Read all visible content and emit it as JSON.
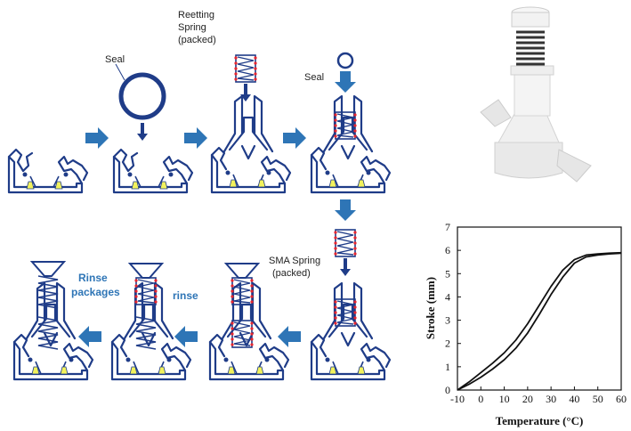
{
  "labels": {
    "seal_1": "Seal",
    "reset_spring_line1": "Reetting",
    "reset_spring_line2": "Spring",
    "reset_spring_line3": "(packed)",
    "seal_2": "Seal",
    "sma_spring_line1": "SMA Spring",
    "sma_spring_line2": "(packed)",
    "rinse_packages_line1": "Rinse",
    "rinse_packages_line2": "packages",
    "rinse": "rinse"
  },
  "colors": {
    "device_blue": "#1f3c88",
    "arrow_blue": "#2e75b6",
    "spring_red": "#e8262e",
    "nozzle_yellow": "#f2f25c",
    "label_blue": "#2e75b6"
  },
  "icons": {
    "arrow": "block-arrow",
    "seal": "ring",
    "spring": "coil-spring"
  },
  "photo": {
    "subject": "3D printed white actuator body with dark coil spring on top"
  },
  "chart_data": {
    "type": "line",
    "xlabel": "Temperature (°C)",
    "ylabel": "Stroke (mm)",
    "xlim": [
      -10,
      60
    ],
    "ylim": [
      0,
      7
    ],
    "xticks": [
      -10,
      0,
      10,
      20,
      30,
      40,
      50,
      60
    ],
    "yticks": [
      0,
      1,
      2,
      3,
      4,
      5,
      6,
      7
    ],
    "grid": false,
    "series": [
      {
        "x": [
          -10,
          -5,
          0,
          5,
          10,
          15,
          20,
          25,
          30,
          35,
          40,
          45,
          50,
          55,
          60
        ],
        "y": [
          0.0,
          0.35,
          0.75,
          1.15,
          1.6,
          2.15,
          2.85,
          3.65,
          4.45,
          5.15,
          5.6,
          5.8,
          5.85,
          5.88,
          5.9
        ]
      },
      {
        "x": [
          -10,
          -5,
          0,
          5,
          10,
          15,
          20,
          25,
          30,
          35,
          40,
          45,
          50,
          55,
          60
        ],
        "y": [
          0.0,
          0.25,
          0.55,
          0.9,
          1.3,
          1.8,
          2.45,
          3.25,
          4.1,
          4.85,
          5.45,
          5.72,
          5.8,
          5.85,
          5.88
        ]
      }
    ]
  }
}
